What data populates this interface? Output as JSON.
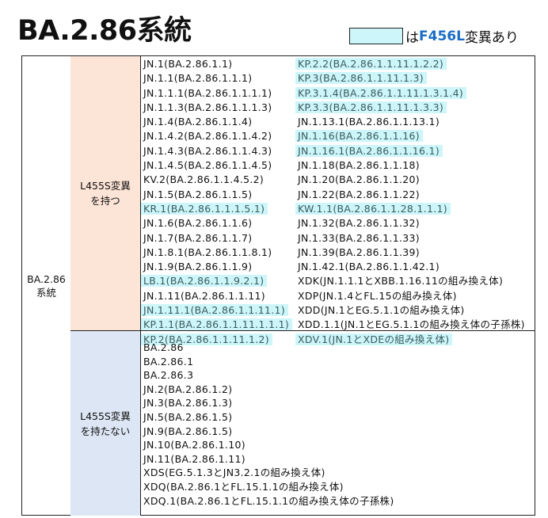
{
  "title": "BA.2.86系統",
  "legend": {
    "prefix": "は",
    "mutation": "F456L",
    "suffix": "変異あり",
    "highlight_color": "#cdf6fa"
  },
  "group_label": "BA.2.86\n系統",
  "with_l455s": {
    "label": "L455S変異\nを持つ",
    "left": [
      {
        "t": "JN.1(BA.2.86.1.1)",
        "f456l": false
      },
      {
        "t": "JN.1.1(BA.2.86.1.1.1)",
        "f456l": false
      },
      {
        "t": "JN.1.1.1(BA.2.86.1.1.1.1)",
        "f456l": false
      },
      {
        "t": "JN.1.1.3(BA.2.86.1.1.1.3)",
        "f456l": false
      },
      {
        "t": "JN.1.4(BA.2.86.1.1.4)",
        "f456l": false
      },
      {
        "t": "JN.1.4.2(BA.2.86.1.1.4.2)",
        "f456l": false
      },
      {
        "t": "JN.1.4.3(BA.2.86.1.1.4.3)",
        "f456l": false
      },
      {
        "t": "JN.1.4.5(BA.2.86.1.1.4.5)",
        "f456l": false
      },
      {
        "t": "KV.2(BA.2.86.1.1.4.5.2)",
        "f456l": false
      },
      {
        "t": "JN.1.5(BA.2.86.1.1.5)",
        "f456l": false
      },
      {
        "t": "KR.1(BA.2.86.1.1.1.5.1)",
        "f456l": true
      },
      {
        "t": "JN.1.6(BA.2.86.1.1.6)",
        "f456l": false
      },
      {
        "t": "JN.1.7(BA.2.86.1.1.7)",
        "f456l": false
      },
      {
        "t": "JN.1.8.1(BA.2.86.1.1.8.1)",
        "f456l": false
      },
      {
        "t": "JN.1.9(BA.2.86.1.1.9)",
        "f456l": false
      },
      {
        "t": "LB.1(BA.2.86.1.1.9.2.1)",
        "f456l": true
      },
      {
        "t": "JN.1.11(BA.2.86.1.1.11)",
        "f456l": false
      },
      {
        "t": "JN.1.11.1(BA.2.86.1.1.11.1)",
        "f456l": true
      },
      {
        "t": "KP.1.1(BA.2.86.1.1.11.1.1.1)",
        "f456l": true
      },
      {
        "t": "KP.2(BA.2.86.1.1.11.1.2)",
        "f456l": true
      }
    ],
    "right": [
      {
        "t": "KP.2.2(BA.2.86.1.1.11.1.2.2)",
        "f456l": true
      },
      {
        "t": "KP.3(BA.2.86.1.1.11.1.3)",
        "f456l": true
      },
      {
        "t": "KP.3.1.4(BA.2.86.1.1.11.1.3.1.4)",
        "f456l": true
      },
      {
        "t": "KP.3.3(BA.2.86.1.1.11.1.3.3)",
        "f456l": true
      },
      {
        "t": "JN.1.13.1(BA.2.86.1.1.13.1)",
        "f456l": false
      },
      {
        "t": "JN.1.16(BA.2.86.1.1.16)",
        "f456l": true
      },
      {
        "t": "JN.1.16.1(BA.2.86.1.1.16.1)",
        "f456l": true
      },
      {
        "t": "JN.1.18(BA.2.86.1.1.18)",
        "f456l": false
      },
      {
        "t": "JN.1.20(BA.2.86.1.1.20)",
        "f456l": false
      },
      {
        "t": "JN.1.22(BA.2.86.1.1.22)",
        "f456l": false
      },
      {
        "t": "KW.1.1(BA.2.86.1.1.28.1.1.1)",
        "f456l": true
      },
      {
        "t": "JN.1.32(BA.2.86.1.1.32)",
        "f456l": false
      },
      {
        "t": "JN.1.33(BA.2.86.1.1.33)",
        "f456l": false
      },
      {
        "t": "JN.1.39(BA.2.86.1.1.39)",
        "f456l": false
      },
      {
        "t": "JN.1.42.1(BA.2.86.1.1.42.1)",
        "f456l": false
      },
      {
        "t": "XDK(JN.1.1.1とXBB.1.16.11の組み換え体)",
        "f456l": false
      },
      {
        "t": "XDP(JN.1.4とFL.15の組み換え体)",
        "f456l": false
      },
      {
        "t": "XDD(JN.1とEG.5.1.1の組み換え体)",
        "f456l": false
      },
      {
        "t": "XDD.1.1(JN.1とEG.5.1.1の組み換え体の子孫株)",
        "f456l": false
      },
      {
        "t": "XDV.1(JN.1とXDEの組み換え体)",
        "f456l": true
      }
    ]
  },
  "without_l455s": {
    "label": "L455S変異\nを持たない",
    "items": [
      {
        "t": "BA.2.86",
        "f456l": false
      },
      {
        "t": "BA.2.86.1",
        "f456l": false
      },
      {
        "t": "BA.2.86.3",
        "f456l": false
      },
      {
        "t": "JN.2(BA.2.86.1.2)",
        "f456l": false
      },
      {
        "t": "JN.3(BA.2.86.1.3)",
        "f456l": false
      },
      {
        "t": "JN.5(BA.2.86.1.5)",
        "f456l": false
      },
      {
        "t": "JN.9(BA.2.86.1.5)",
        "f456l": false
      },
      {
        "t": "JN.10(BA.2.86.1.10)",
        "f456l": false
      },
      {
        "t": "JN.11(BA.2.86.1.11)",
        "f456l": false
      },
      {
        "t": "XDS(EG.5.1.3とJN3.2.1の組み換え体)",
        "f456l": false
      },
      {
        "t": "XDQ(BA.2.86.1とFL.15.1.1の組み換え体)",
        "f456l": false
      },
      {
        "t": "XDQ.1(BA.2.86.1とFL.15.1.1の組み換え体の子孫株)",
        "f456l": false
      }
    ]
  }
}
